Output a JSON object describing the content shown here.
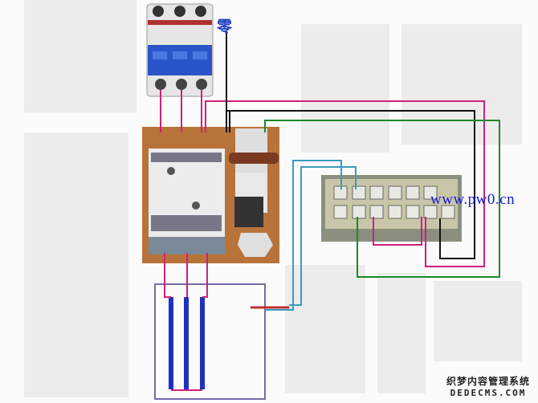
{
  "diagram": {
    "neutral_label": "零",
    "website": "www.pw0.cn",
    "watermark_cn": "织梦内容管理系统",
    "watermark_en": "DEDECMS.COM"
  },
  "colors": {
    "phase_wire": "#d0207a",
    "neutral_wire": "#111111",
    "green_wire": "#1a8a2a",
    "probe_wire": "#3a9bc0",
    "electrode": "#2030c0",
    "tank_outline": "#7a6aa8",
    "contactor_board": "#b8733a",
    "breaker_blue": "#2a55c8"
  }
}
